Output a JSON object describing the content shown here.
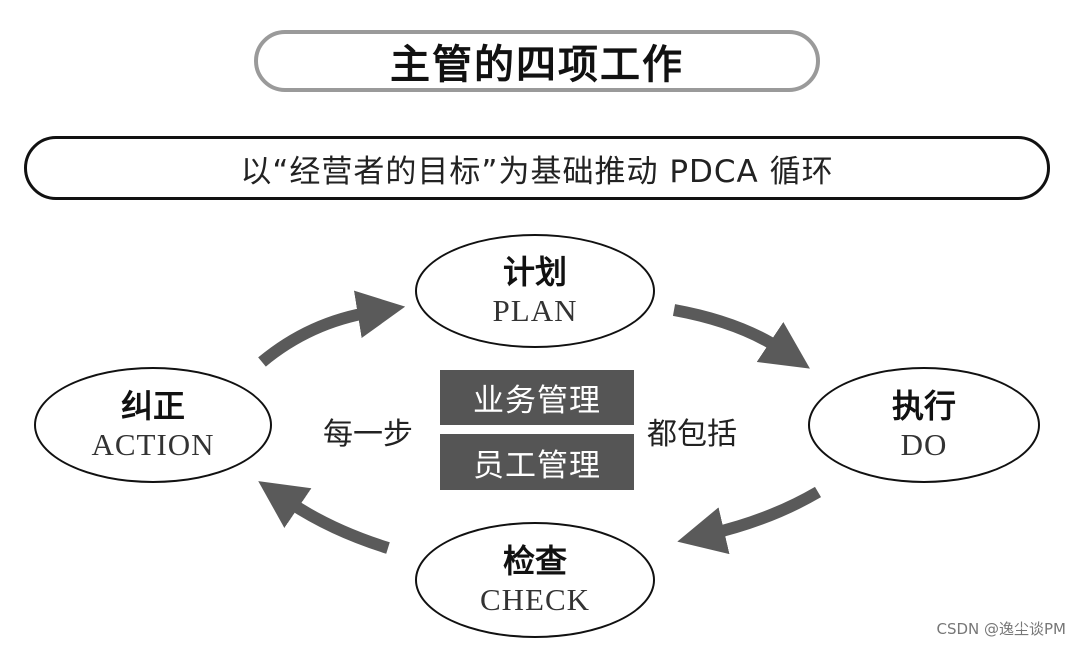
{
  "title": "主管的四项工作",
  "subtitle": "以“经营者的目标”为基础推动 PDCA 循环",
  "nodes": {
    "plan": {
      "cn": "计划",
      "en": "PLAN"
    },
    "do": {
      "cn": "执行",
      "en": "DO"
    },
    "check": {
      "cn": "检查",
      "en": "CHECK"
    },
    "action": {
      "cn": "纠正",
      "en": "ACTION"
    }
  },
  "center": {
    "left_label": "每一步",
    "right_label": "都包括",
    "box_top": "业务管理",
    "box_bottom": "员工管理"
  },
  "colors": {
    "arrow": "#5a5a5a",
    "dark_box": "#555555",
    "title_border": "#9a9a9a"
  },
  "watermark": "CSDN @逸尘谈PM"
}
